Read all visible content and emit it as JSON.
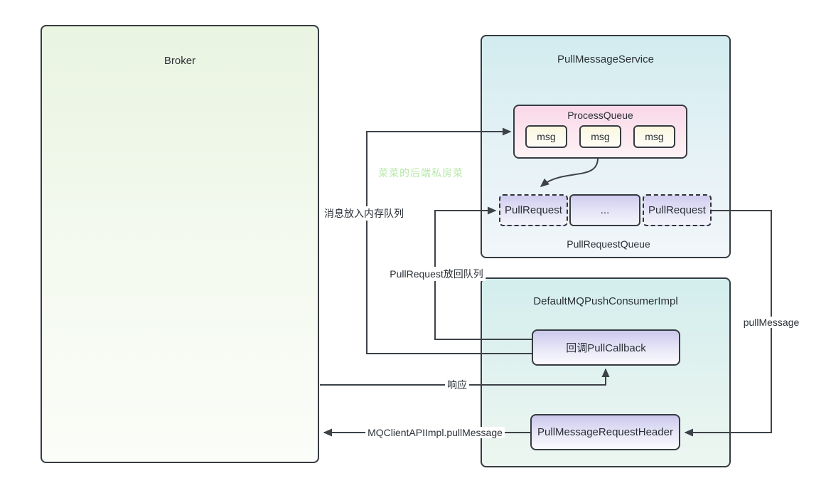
{
  "diagram": {
    "watermark": {
      "text": "菜菜的后端私房菜",
      "color": "#b7e8a8"
    },
    "nodes": {
      "broker": {
        "title": "Broker"
      },
      "pull_message_service": {
        "title": "PullMessageService"
      },
      "process_queue": {
        "title": "ProcessQueue",
        "messages": [
          "msg",
          "msg",
          "msg"
        ]
      },
      "pull_request_queue": {
        "label": "PullRequestQueue",
        "slots": [
          "PullRequest",
          "...",
          "PullRequest"
        ]
      },
      "consumer": {
        "title": "DefaultMQPushConsumerImpl",
        "callback_label": "回调PullCallback",
        "header_label": "PullMessageRequestHeader"
      }
    },
    "edge_labels": {
      "to_memory_queue": "消息放入内存队列",
      "requeue": "PullRequest放回队列",
      "response": "响应",
      "api_call": "MQClientAPIImpl.pullMessage",
      "pull_message": "pullMessage"
    },
    "colors": {
      "line": "#3d4248",
      "border": "#363b41",
      "broker_fill_top": "#e9f4e1",
      "service_fill_top": "#d2ecef",
      "consumer_fill_top": "#d3eeee",
      "process_queue_fill_top": "#f9d7e9",
      "msg_fill": "#faf6df",
      "queue_slot_fill_top": "#cfccee",
      "purple_node_fill_top": "#cbc8ec",
      "watermark_green": "#b7e8a8"
    }
  }
}
